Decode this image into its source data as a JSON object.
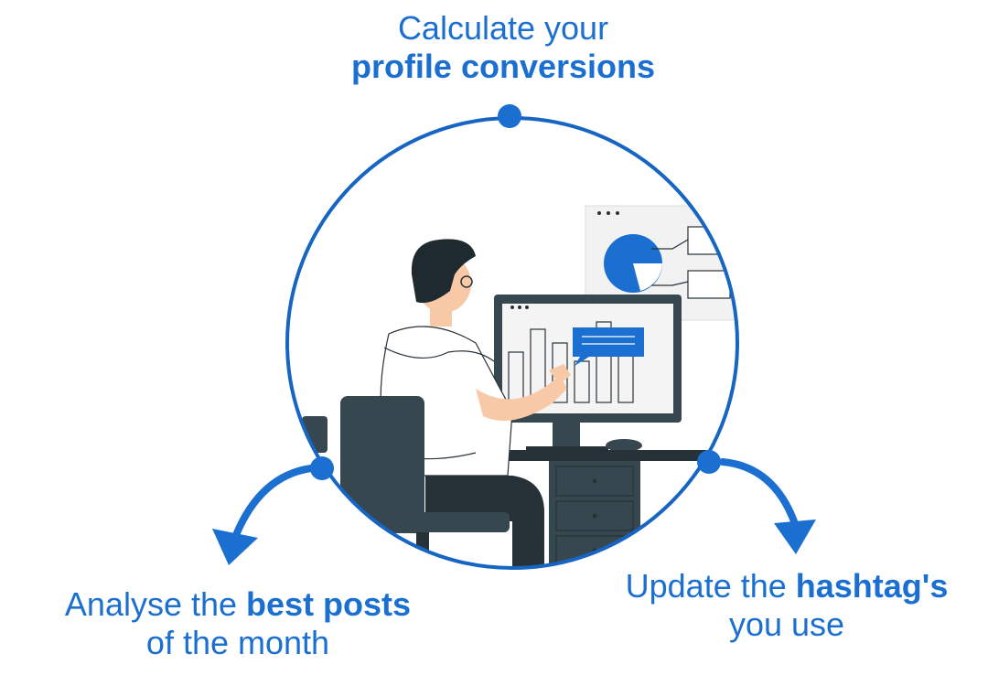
{
  "colors": {
    "accent": "#1a6fd0",
    "circle_stroke": "#1765c2",
    "monitor": "#37474f",
    "desk": "#263238",
    "hair": "#1f2a30",
    "skin": "#f7c9a6",
    "chart_blue": "#1a6fd0"
  },
  "steps": {
    "top": {
      "line1": "Calculate your",
      "line2": "profile conversions"
    },
    "left": {
      "line1_regular": "Analyse the ",
      "line1_bold": "best posts",
      "line2": "of the month"
    },
    "right": {
      "line1_regular": "Update the ",
      "line1_bold": "hashtag's",
      "line2": "you use"
    }
  },
  "illustration": {
    "subject": "person-at-computer-analytics",
    "icons": [
      "pie-chart-icon",
      "bar-chart-icon",
      "message-bubble-icon"
    ]
  }
}
